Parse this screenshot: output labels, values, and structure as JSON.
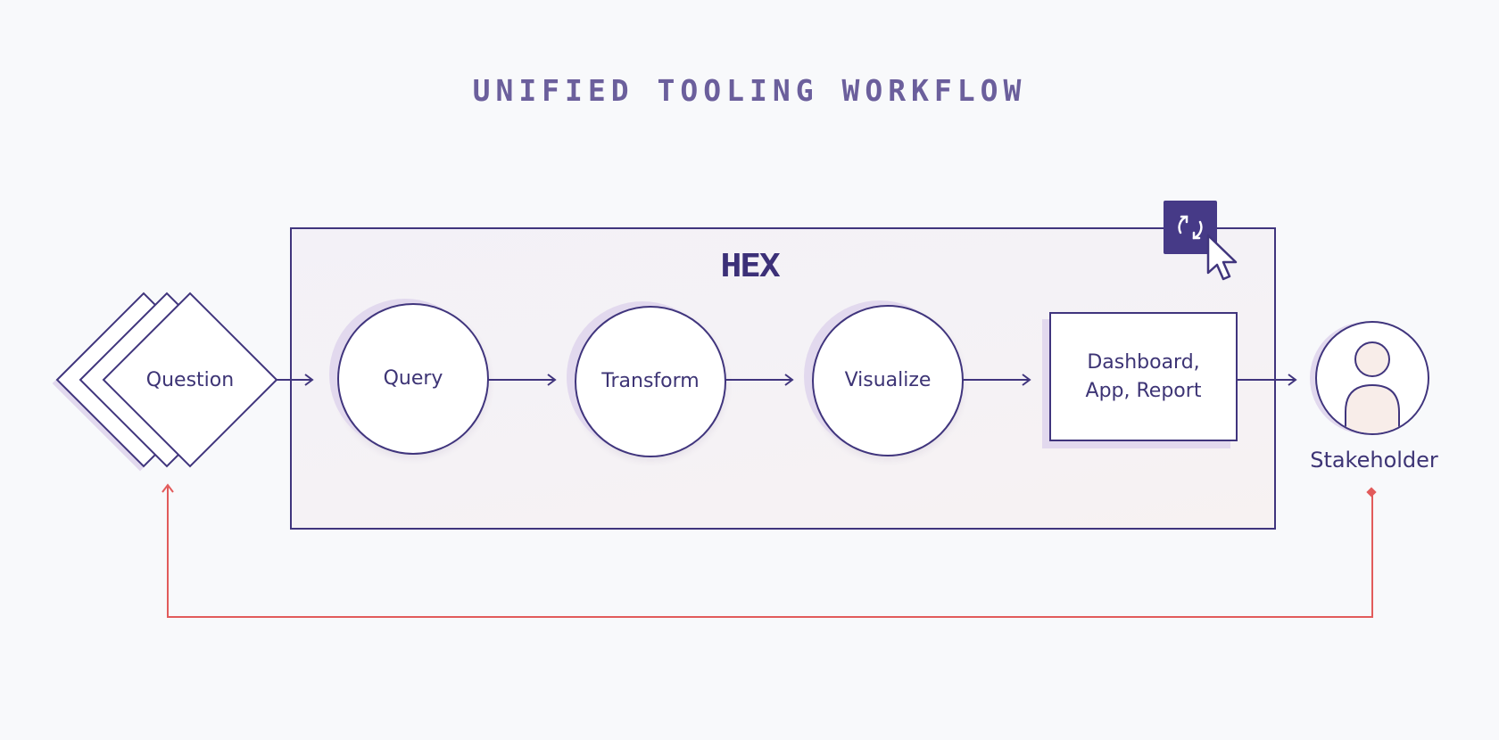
{
  "title": "UNIFIED TOOLING WORKFLOW",
  "logo_text": "HEX",
  "nodes": {
    "question": "Question",
    "query": "Query",
    "transform": "Transform",
    "visualize": "Visualize",
    "output_line1": "Dashboard,",
    "output_line2": "App, Report",
    "stakeholder": "Stakeholder"
  },
  "icons": {
    "refresh": "refresh-icon",
    "cursor": "cursor-arrow-icon",
    "stakeholder": "person-icon"
  },
  "colors": {
    "primary": "#40357d",
    "accent": "#463a87",
    "feedback": "#e25b5b",
    "background": "#f8f9fb"
  }
}
